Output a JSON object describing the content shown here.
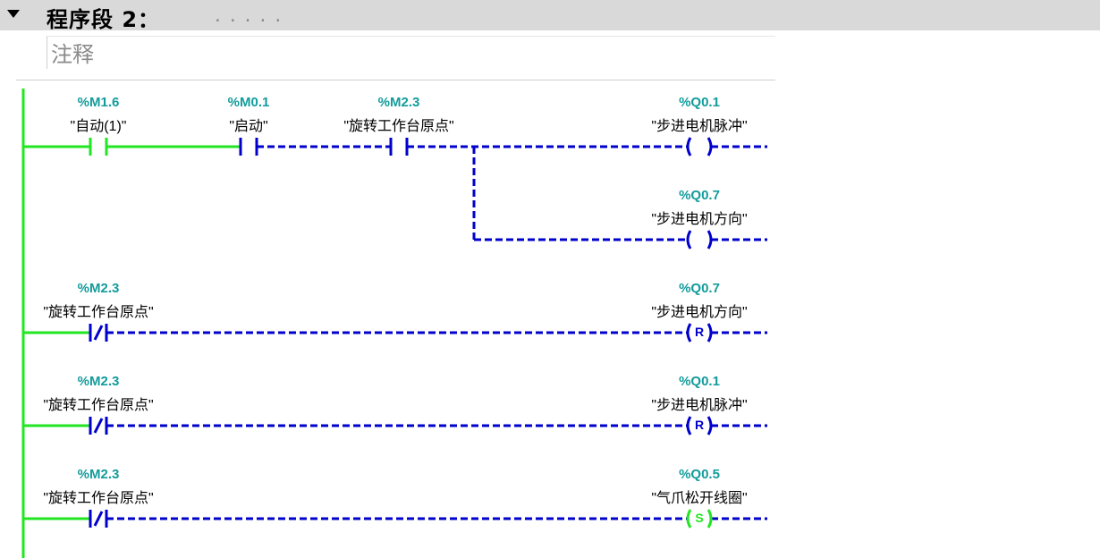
{
  "network": {
    "title": "程序段 2：",
    "title_dots": ".....",
    "comment": "注释"
  },
  "colors": {
    "powered": "#22e622",
    "unpowered": "#0000cc",
    "address": "#139b9b"
  },
  "rungs": [
    {
      "contacts": [
        {
          "type": "no",
          "address": "%M1.6",
          "symbol": "\"自动(1)\"",
          "powered": true
        },
        {
          "type": "no",
          "address": "%M0.1",
          "symbol": "\"启动\"",
          "powered": false
        },
        {
          "type": "no",
          "address": "%M2.3",
          "symbol": "\"旋转工作台原点\"",
          "powered": false
        }
      ],
      "coils": [
        {
          "type": "coil",
          "letter": "",
          "address": "%Q0.1",
          "symbol": "\"步进电机脉冲\"",
          "powered": false
        },
        {
          "type": "coil",
          "letter": "",
          "address": "%Q0.7",
          "symbol": "\"步进电机方向\"",
          "powered": false
        }
      ]
    },
    {
      "contacts": [
        {
          "type": "nc",
          "address": "%M2.3",
          "symbol": "\"旋转工作台原点\"",
          "powered": false
        }
      ],
      "coils": [
        {
          "type": "reset",
          "letter": "R",
          "address": "%Q0.7",
          "symbol": "\"步进电机方向\"",
          "powered": false
        }
      ]
    },
    {
      "contacts": [
        {
          "type": "nc",
          "address": "%M2.3",
          "symbol": "\"旋转工作台原点\"",
          "powered": false
        }
      ],
      "coils": [
        {
          "type": "reset",
          "letter": "R",
          "address": "%Q0.1",
          "symbol": "\"步进电机脉冲\"",
          "powered": false
        }
      ]
    },
    {
      "contacts": [
        {
          "type": "nc",
          "address": "%M2.3",
          "symbol": "\"旋转工作台原点\"",
          "powered": false
        }
      ],
      "coils": [
        {
          "type": "set",
          "letter": "S",
          "address": "%Q0.5",
          "symbol": "\"气爪松开线圈\"",
          "powered": true
        }
      ]
    }
  ]
}
